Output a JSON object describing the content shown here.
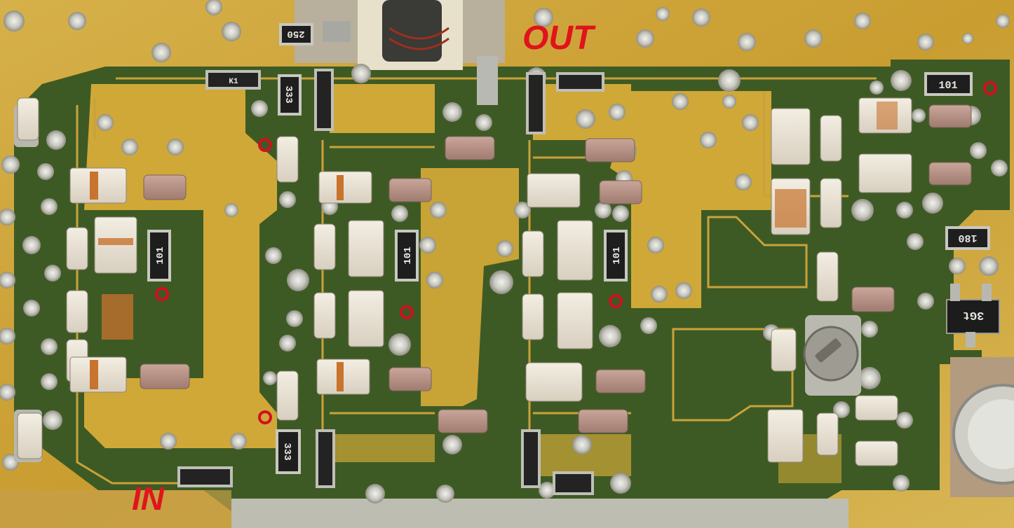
{
  "labels": {
    "out": "OUT",
    "in": "IN"
  },
  "markings": {
    "r250": "250",
    "r333_top": "333",
    "r333_bottom": "333",
    "r101_left": "101",
    "r101_mid": "101",
    "r101_right": "101",
    "r101_top": "101",
    "r180": "180",
    "q3gt": "3Gt",
    "d_k1": "K1"
  },
  "colors": {
    "gold": "#d4ad3f",
    "mask": "#3e5a24",
    "label_red": "#e0141c",
    "marker_red": "#d01020"
  }
}
